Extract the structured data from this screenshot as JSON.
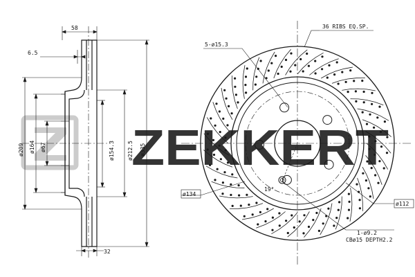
{
  "watermark": {
    "brand": "ZEKKERT"
  },
  "side_view": {
    "dims": {
      "overall_thickness": "58",
      "hat_offset": "6.5",
      "hub_thickness": "32",
      "outer_hat_diameter": "ø209",
      "bore_recess_diameter": "ø164",
      "center_bore": "ø67",
      "hat_inner_diameter": "ø154.3",
      "braking_inner_diameter": "ø212.5",
      "outer_diameter": "ø335"
    }
  },
  "front_view": {
    "labels": {
      "ribs": "36 RIBS EQ.SP.",
      "bolt_holes": "5-ø15.3",
      "pcd": "ø134",
      "pilot": "ø112",
      "angle": "19°",
      "aux_hole": "1-ø9.2",
      "counterbore": "CBø15 DEPTH2.2"
    },
    "bolt_count": 5,
    "rib_count": 36
  },
  "colors": {
    "line": "#1a1a1a",
    "watermark": "#c8c8c8"
  }
}
